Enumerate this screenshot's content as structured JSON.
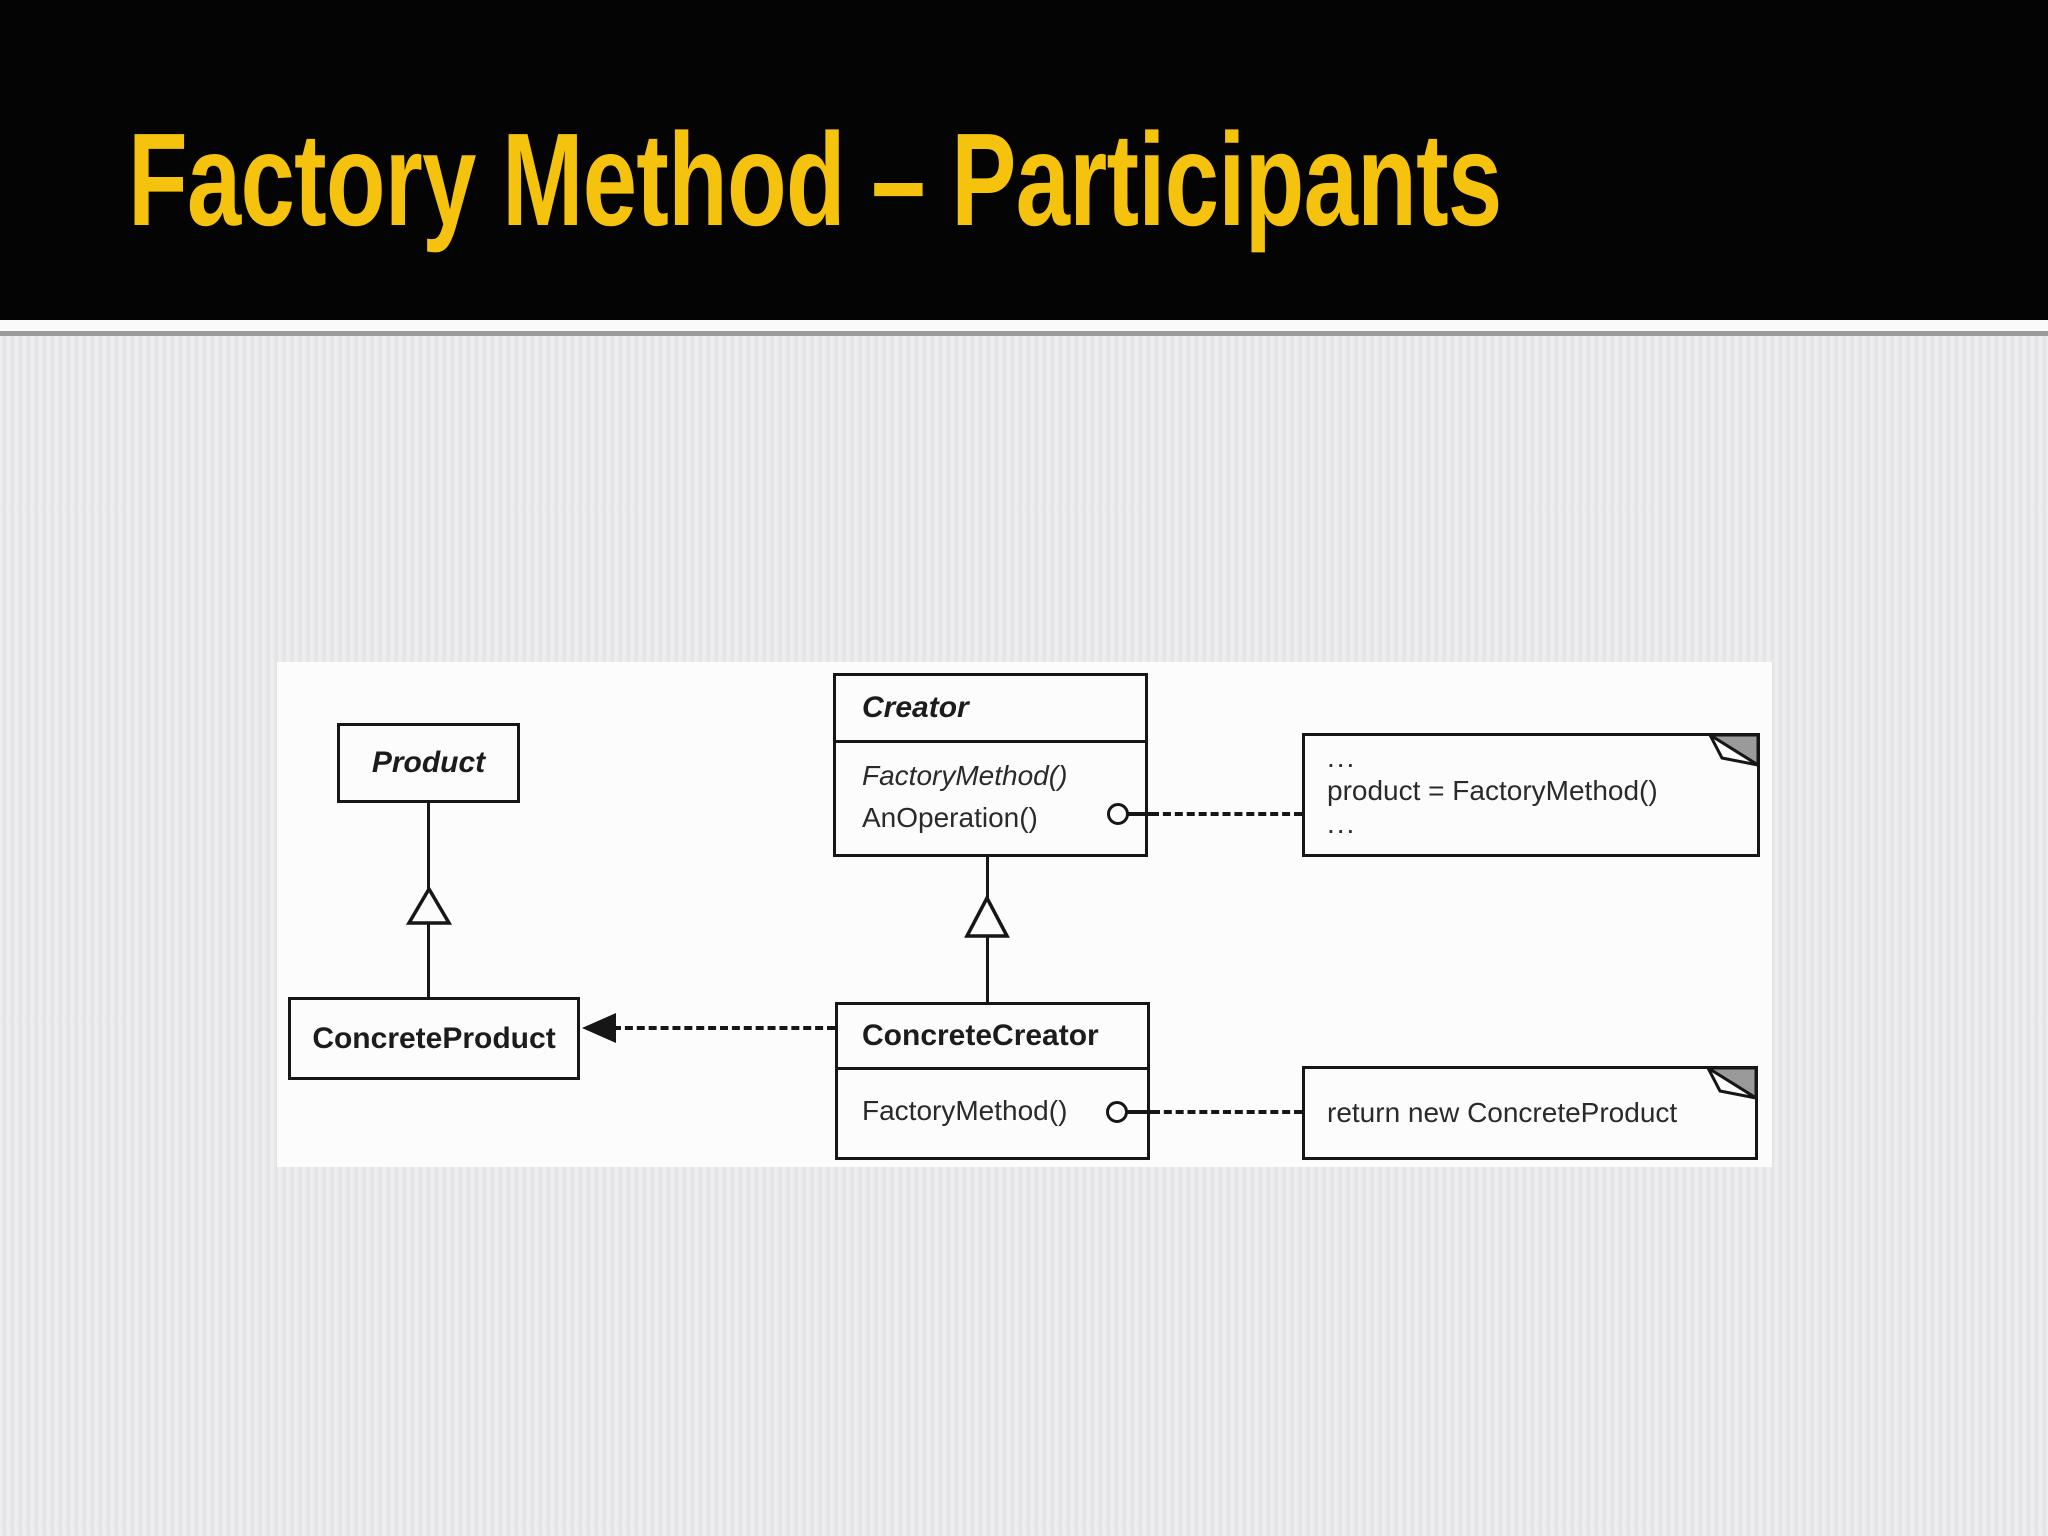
{
  "slide": {
    "title": "Factory Method – Participants"
  },
  "diagram": {
    "classes": [
      {
        "id": "product",
        "name": "Product",
        "abstract": true,
        "methods": []
      },
      {
        "id": "creator",
        "name": "Creator",
        "abstract": true,
        "methods": [
          {
            "name": "FactoryMethod()",
            "abstract": true
          },
          {
            "name": "AnOperation()",
            "abstract": false
          }
        ]
      },
      {
        "id": "concrete-product",
        "name": "ConcreteProduct",
        "abstract": false,
        "methods": []
      },
      {
        "id": "concrete-creator",
        "name": "ConcreteCreator",
        "abstract": false,
        "methods": [
          {
            "name": "FactoryMethod()",
            "abstract": false
          }
        ]
      }
    ],
    "notes": [
      {
        "id": "creator-note",
        "lines": [
          "...",
          "product = FactoryMethod()",
          "..."
        ]
      },
      {
        "id": "concrete-creator-note",
        "lines": [
          "return new ConcreteProduct"
        ]
      }
    ],
    "relations": [
      {
        "type": "inheritance",
        "from": "ConcreteProduct",
        "to": "Product"
      },
      {
        "type": "inheritance",
        "from": "ConcreteCreator",
        "to": "Creator"
      },
      {
        "type": "dependency",
        "from": "ConcreteCreator",
        "to": "ConcreteProduct",
        "style": "dashed-arrow"
      },
      {
        "type": "note-anchor",
        "from": "Creator.AnOperation()",
        "to": "creator-note"
      },
      {
        "type": "note-anchor",
        "from": "ConcreteCreator.FactoryMethod()",
        "to": "concrete-creator-note"
      }
    ]
  },
  "colors": {
    "title_text": "#f5c30d",
    "header_bg": "#040404",
    "body_bg": "#e9e9eb",
    "diagram_bg": "#fcfcfc",
    "line_ink": "#161616",
    "note_fold": "#9a9a9a"
  }
}
